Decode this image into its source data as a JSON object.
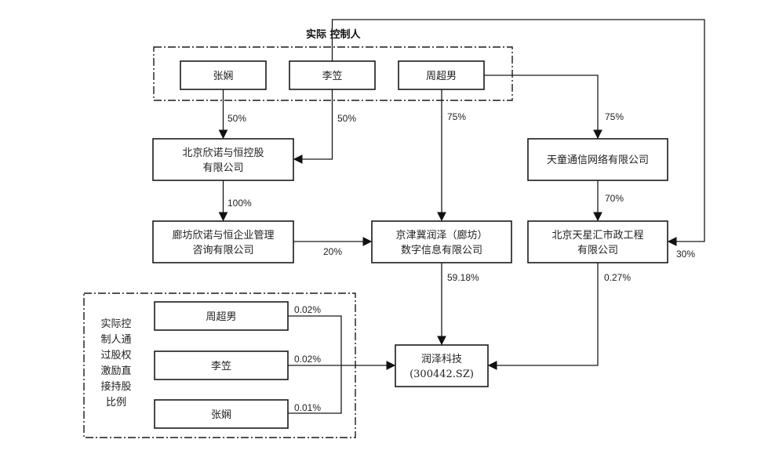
{
  "title": "实际 控制人",
  "persons": {
    "zhang": "张娴",
    "li": "李笠",
    "zhou": "周超男"
  },
  "entities": {
    "xinnuo_holding": [
      "北京欣诺与恒控股",
      "有限公司"
    ],
    "langfang_xinnuo": [
      "廊坊欣诺与恒企业管理",
      "咨询有限公司"
    ],
    "jingjinji": [
      "京津冀润泽（廊坊）",
      "数字信息有限公司"
    ],
    "tiantong": [
      "天童通信网络有限公司"
    ],
    "tianxinghui": [
      "北京天星汇市政工程",
      "有限公司"
    ],
    "runze": [
      "润泽科技",
      "(300442.SZ)"
    ]
  },
  "edges": {
    "zhang_to_holding": "50%",
    "li_to_holding": "50%",
    "holding_to_langfang": "100%",
    "langfang_to_jingjinji": "20%",
    "zhou_to_jingjinji": "75%",
    "zhou_to_tiantong": "75%",
    "tiantong_to_tianxinghui": "70%",
    "li_to_tianxinghui": "30%",
    "jingjinji_to_runze": "59.18%",
    "tianxinghui_to_runze": "0.27%"
  },
  "incentive": {
    "label": [
      "实际控",
      "制人通",
      "过股权",
      "激励直",
      "接持股",
      "比例"
    ],
    "holders": [
      {
        "name": "周超男",
        "pct": "0.02%"
      },
      {
        "name": "李笠",
        "pct": "0.02%"
      },
      {
        "name": "张娴",
        "pct": "0.01%"
      }
    ]
  }
}
